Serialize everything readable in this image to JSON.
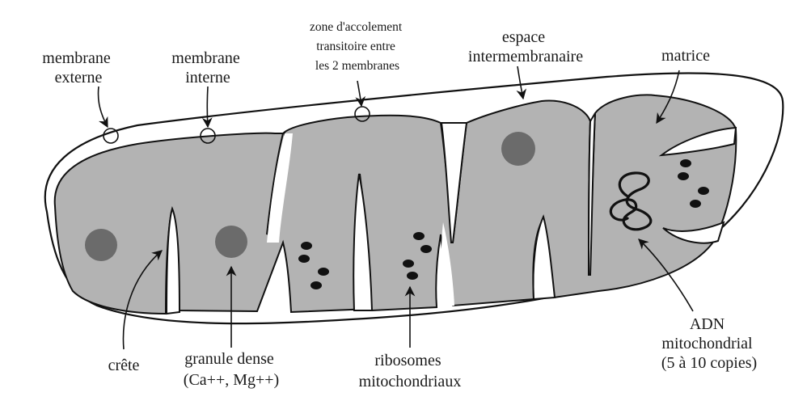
{
  "colors": {
    "matrix": "#b3b3b3",
    "granule": "#6b6b6b",
    "outline": "#111111",
    "background": "#ffffff"
  },
  "labels": {
    "membrane_externe": [
      "membrane",
      "externe"
    ],
    "membrane_interne": [
      "membrane",
      "interne"
    ],
    "zone_accolement": [
      "zone d'accolement",
      "transitoire entre",
      "les 2 membranes"
    ],
    "espace_intermembranaire": [
      "espace",
      "intermembranaire"
    ],
    "matrice": "matrice",
    "crete": "crête",
    "granule_dense": [
      "granule dense",
      "(Ca++, Mg++)"
    ],
    "ribosomes": [
      "ribosomes",
      "mitochondriaux"
    ],
    "adn": [
      "ADN",
      "mitochondrial",
      "(5 à 10 copies)"
    ]
  }
}
